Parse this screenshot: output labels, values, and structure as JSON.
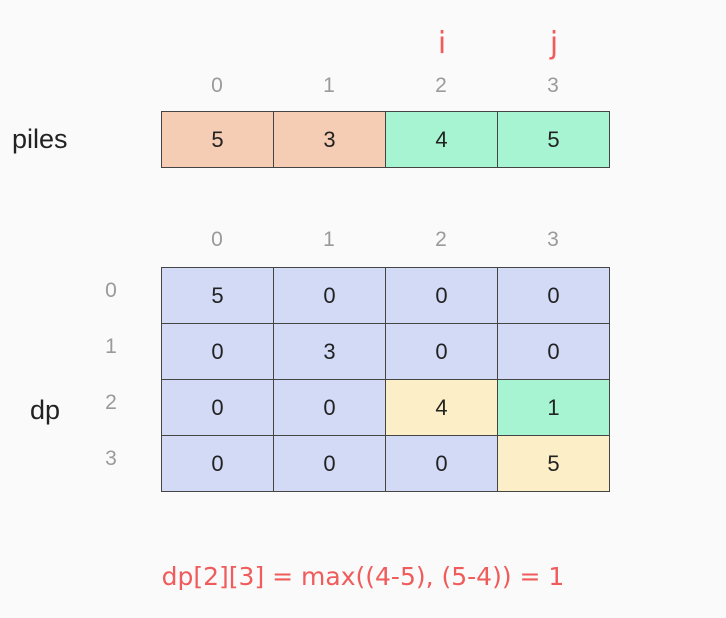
{
  "pointers": {
    "i": "i",
    "j": "j"
  },
  "piles": {
    "label": "piles",
    "col_indices": [
      "0",
      "1",
      "2",
      "3"
    ],
    "cells": [
      {
        "value": "5",
        "color": "#f5cdb4"
      },
      {
        "value": "3",
        "color": "#f5cdb4"
      },
      {
        "value": "4",
        "color": "#a6f4d2"
      },
      {
        "value": "5",
        "color": "#a6f4d2"
      }
    ]
  },
  "dp": {
    "label": "dp",
    "col_indices": [
      "0",
      "1",
      "2",
      "3"
    ],
    "row_indices": [
      "0",
      "1",
      "2",
      "3"
    ],
    "rows": [
      [
        {
          "value": "5",
          "color": "#d2daf6"
        },
        {
          "value": "0",
          "color": "#d2daf6"
        },
        {
          "value": "0",
          "color": "#d2daf6"
        },
        {
          "value": "0",
          "color": "#d2daf6"
        }
      ],
      [
        {
          "value": "0",
          "color": "#d2daf6"
        },
        {
          "value": "3",
          "color": "#d2daf6"
        },
        {
          "value": "0",
          "color": "#d2daf6"
        },
        {
          "value": "0",
          "color": "#d2daf6"
        }
      ],
      [
        {
          "value": "0",
          "color": "#d2daf6"
        },
        {
          "value": "0",
          "color": "#d2daf6"
        },
        {
          "value": "4",
          "color": "#fcefc7"
        },
        {
          "value": "1",
          "color": "#a6f4d2"
        }
      ],
      [
        {
          "value": "0",
          "color": "#d2daf6"
        },
        {
          "value": "0",
          "color": "#d2daf6"
        },
        {
          "value": "0",
          "color": "#d2daf6"
        },
        {
          "value": "5",
          "color": "#fcefc7"
        }
      ]
    ]
  },
  "formula": "dp[2][3] = max((4-5), (5-4)) = 1",
  "colors": {
    "accent": "#f05b5b"
  }
}
